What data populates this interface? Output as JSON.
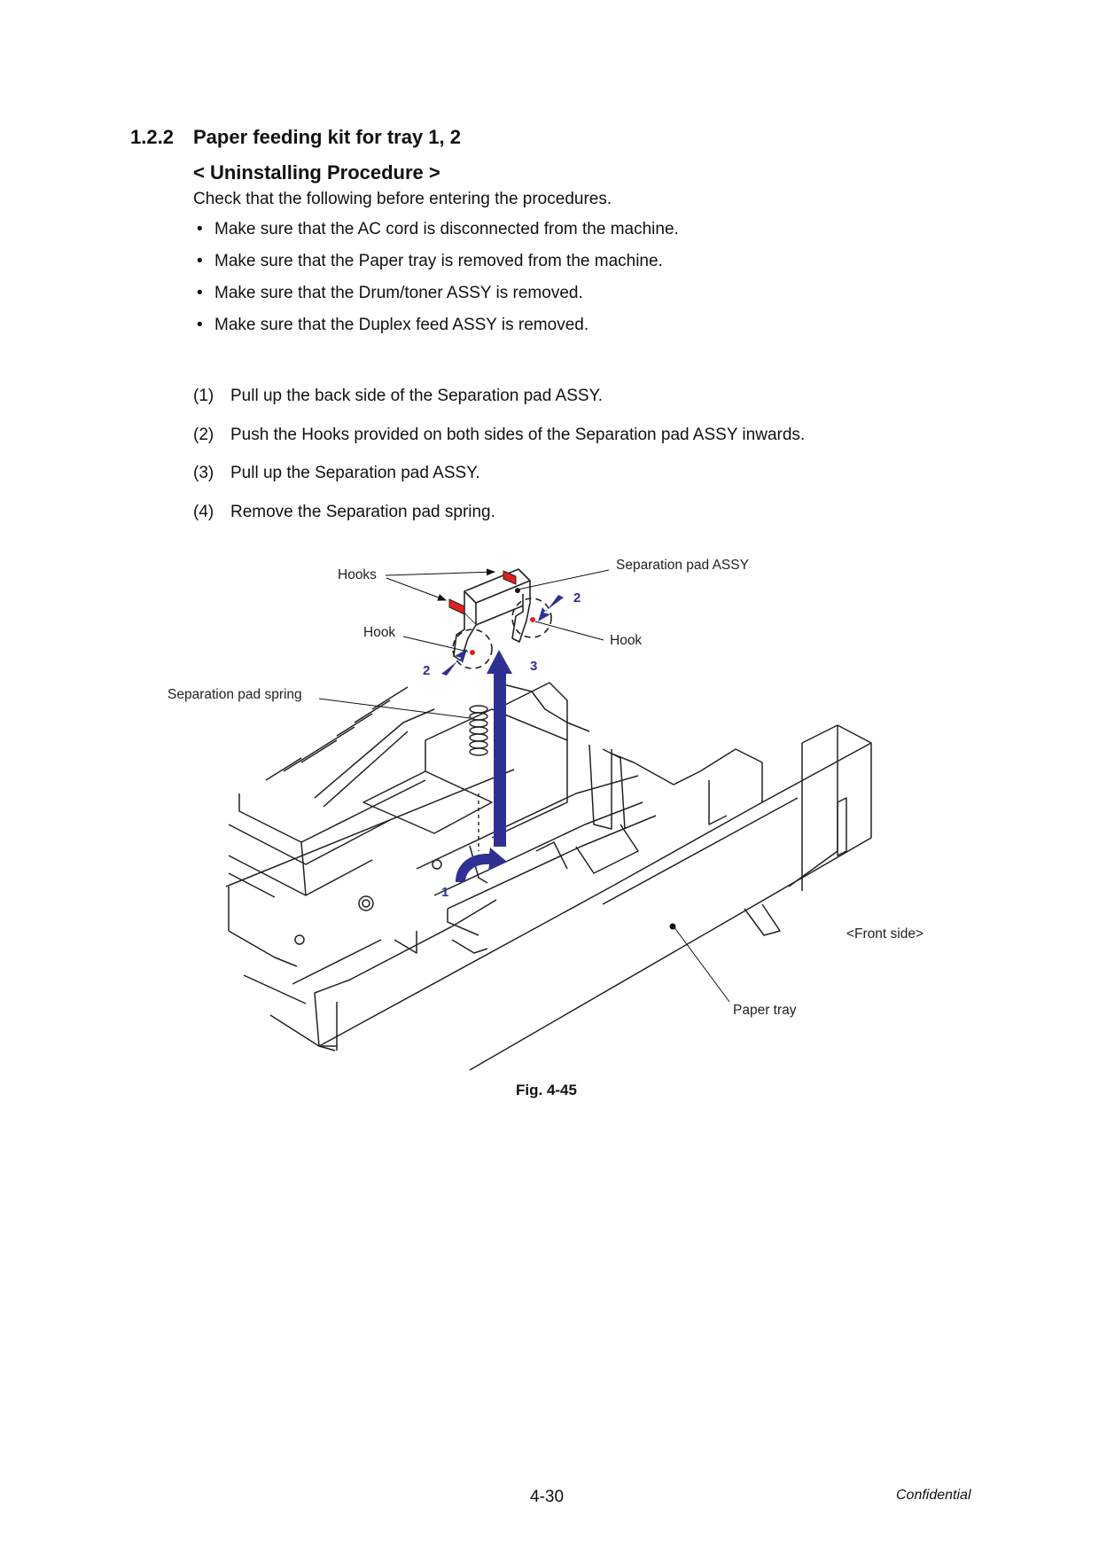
{
  "section": {
    "number": "1.2.2",
    "title": "Paper feeding kit for tray 1, 2"
  },
  "procedure_title": "< Uninstalling Procedure >",
  "intro": "Check that the following before entering the procedures.",
  "checklist": [
    "Make sure that the AC cord is disconnected from the machine.",
    "Make sure that the Paper tray is removed from the machine.",
    "Make sure that the Drum/toner ASSY is removed.",
    "Make sure that the Duplex feed ASSY is removed."
  ],
  "bullet_char": "•",
  "steps": [
    {
      "num": "(1)",
      "text": "Pull up the back side of the Separation pad ASSY."
    },
    {
      "num": "(2)",
      "text": "Push the Hooks provided on both sides of the Separation pad ASSY inwards."
    },
    {
      "num": "(3)",
      "text": "Pull up the Separation pad ASSY."
    },
    {
      "num": "(4)",
      "text": "Remove the Separation pad spring."
    }
  ],
  "figure": {
    "callouts": {
      "hooks": "Hooks",
      "separation_pad_assy": "Separation pad ASSY",
      "hook_left": "Hook",
      "hook_right": "Hook",
      "separation_pad_spring": "Separation pad spring",
      "front_side": "<Front side>",
      "paper_tray": "Paper tray"
    },
    "step_markers": {
      "one": "1",
      "two_left": "2",
      "two_right": "2",
      "three": "3"
    },
    "caption": "Fig. 4-45",
    "colors": {
      "arrow": "#2e3192",
      "hook_highlight": "#e02020",
      "line_art": "#222222"
    }
  },
  "footer": {
    "page_number": "4-30",
    "confidential": "Confidential"
  }
}
